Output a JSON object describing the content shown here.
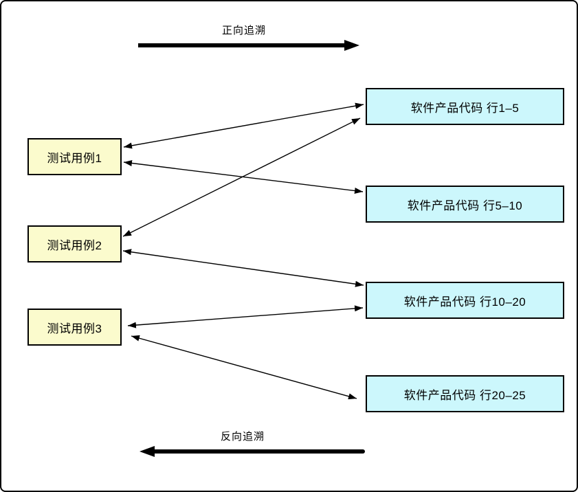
{
  "diagram": {
    "forward_label": "正向追溯",
    "backward_label": "反向追溯",
    "test_cases": [
      {
        "label": "测试用例1"
      },
      {
        "label": "测试用例2"
      },
      {
        "label": "测试用例3"
      }
    ],
    "code_blocks": [
      {
        "label": "软件产品代码 行1–5"
      },
      {
        "label": "软件产品代码 行5–10"
      },
      {
        "label": "软件产品代码 行10–20"
      },
      {
        "label": "软件产品代码 行20–25"
      }
    ],
    "connections": [
      {
        "from": "测试用例1",
        "to": "软件产品代码 行1–5",
        "style": "bidirectional"
      },
      {
        "from": "测试用例1",
        "to": "软件产品代码 行5–10",
        "style": "bidirectional"
      },
      {
        "from": "测试用例2",
        "to": "软件产品代码 行1–5",
        "style": "bidirectional"
      },
      {
        "from": "测试用例2",
        "to": "软件产品代码 行10–20",
        "style": "bidirectional"
      },
      {
        "from": "测试用例3",
        "to": "软件产品代码 行10–20",
        "style": "bidirectional"
      },
      {
        "from": "测试用例3",
        "to": "软件产品代码 行20–25",
        "style": "bidirectional"
      }
    ],
    "colors": {
      "test_case_fill": "#FBFBCD",
      "code_block_fill": "#CCF7FC",
      "stroke": "#000000",
      "background": "#FFFFFF"
    }
  }
}
